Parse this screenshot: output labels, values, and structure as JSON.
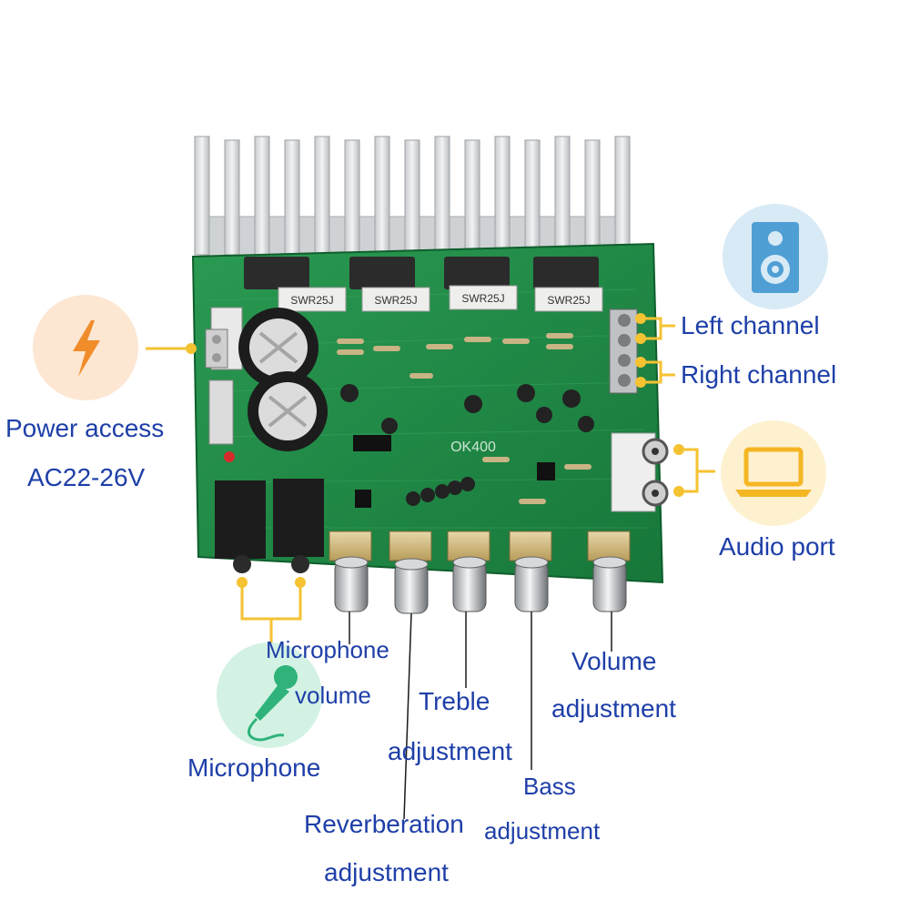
{
  "colors": {
    "label_text": "#1e3fa8",
    "callout_line": "#f5c231",
    "board_green": "#1f8a45",
    "heatsink": "#d9dbdd",
    "power_icon_bg": "#fde7d3",
    "power_icon": "#f08c2a",
    "speaker_icon_bg": "#d8eaf6",
    "speaker_icon": "#4f9fd4",
    "audio_icon_bg": "#fdf1d0",
    "audio_icon": "#f5b624",
    "mic_icon_bg": "#d3f2e4",
    "mic_icon": "#2fb37a"
  },
  "icons": {
    "power": "lightning-bolt-icon",
    "speaker": "speaker-icon",
    "audio": "laptop-icon",
    "microphone": "microphone-icon"
  },
  "board": {
    "resistor_marking": "SWR25J",
    "model_marking": "OK400"
  },
  "labels": {
    "power_line1": "Power access",
    "power_line2": "AC22-26V",
    "left_channel": "Left channel",
    "right_channel": "Right channel",
    "audio_port": "Audio port",
    "microphone": "Microphone",
    "mic_volume_line1": "Microphone",
    "mic_volume_line2": "volume",
    "treble_line1": "Treble",
    "treble_line2": "adjustment",
    "volume_line1": "Volume",
    "volume_line2": "adjustment",
    "bass_line1": "Bass",
    "bass_line2": "adjustment",
    "reverb_line1": "Reverberation",
    "reverb_line2": "adjustment"
  }
}
